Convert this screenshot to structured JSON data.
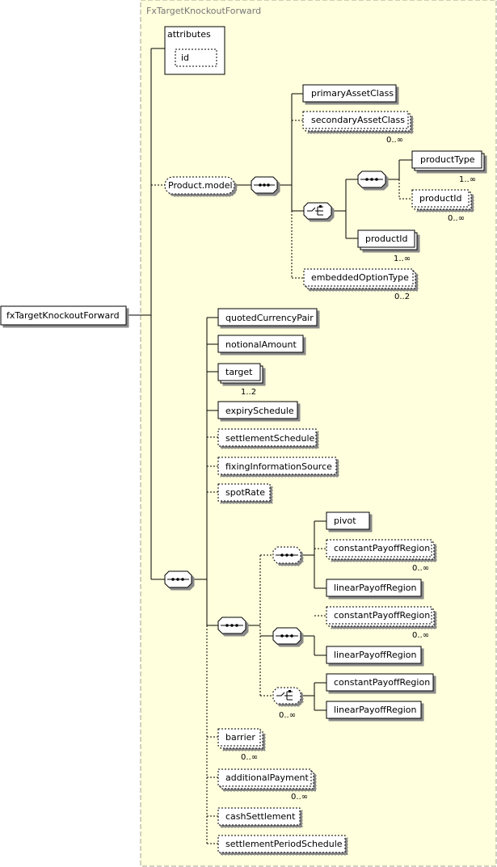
{
  "type_title": "FxTargetKnockoutForward",
  "root_element": "fxTargetKnockoutForward",
  "attributes": {
    "title": "attributes",
    "items": [
      "id"
    ]
  },
  "product_model": {
    "group": "Product.model",
    "elements": {
      "primary_asset_class": "primaryAssetClass",
      "secondary_asset_class": "secondaryAssetClass",
      "product_type": "productType",
      "product_id_optional": "productId",
      "product_id": "productId",
      "embedded_option_type": "embeddedOptionType"
    },
    "multiplicities": {
      "secondary_asset_class": "0..∞",
      "product_type": "1..∞",
      "product_id_optional": "0..∞",
      "product_id": "1..∞",
      "embedded_option_type": "0..2"
    }
  },
  "main_sequence": {
    "elements": {
      "quoted_currency_pair": "quotedCurrencyPair",
      "notional_amount": "notionalAmount",
      "target": "target",
      "expiry_schedule": "expirySchedule",
      "settlement_schedule": "settlementSchedule",
      "fixing_information_source": "fixingInformationSource",
      "spot_rate": "spotRate",
      "barrier": "barrier",
      "additional_payment": "additionalPayment",
      "cash_settlement": "cashSettlement",
      "settlement_period_schedule": "settlementPeriodSchedule"
    },
    "multiplicities": {
      "target": "1..2",
      "barrier": "0..∞",
      "additional_payment": "0..∞"
    }
  },
  "payoff_choice": {
    "seq1": {
      "pivot": "pivot",
      "constant": "constantPayoffRegion",
      "constant_mult": "0..∞",
      "linear": "linearPayoffRegion"
    },
    "seq2": {
      "constant": "constantPayoffRegion",
      "constant_mult": "0..∞",
      "linear": "linearPayoffRegion"
    },
    "choice": {
      "constant": "constantPayoffRegion",
      "linear": "linearPayoffRegion",
      "mult": "0..∞"
    }
  },
  "colors": {
    "type_background": "#ffffdd",
    "type_border": "#a0a090",
    "title_text": "#777777",
    "element_fill": "#ffffff",
    "stroke": "#000000"
  }
}
